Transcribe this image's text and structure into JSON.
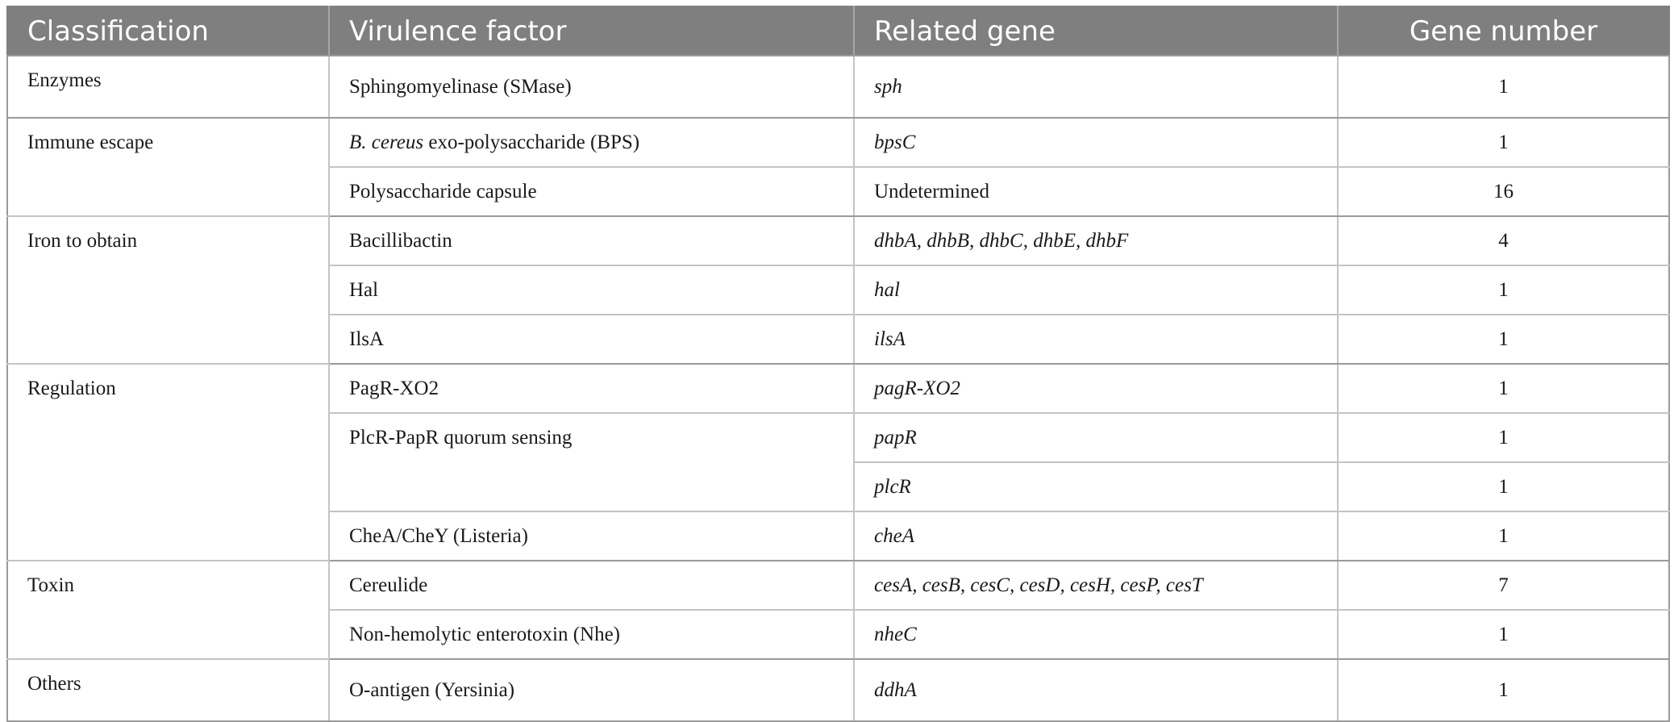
{
  "table": {
    "headers": [
      "Classification",
      "Virulence factor",
      "Related gene",
      "Gene number"
    ],
    "rows": [
      {
        "classification": "Enzymes",
        "factor_prefix": "",
        "factor": "Sphingomyelinase (SMase)",
        "gene": "sph",
        "number": "1"
      },
      {
        "classification": "Immune escape",
        "factor_prefix": "B. cereus",
        "factor": " exo-polysaccharide (BPS)",
        "gene": "bpsC",
        "number": "1"
      },
      {
        "classification": "",
        "factor_prefix": "",
        "factor": "Polysaccharide capsule",
        "gene": "Undetermined",
        "number": "16"
      },
      {
        "classification": "Iron to obtain",
        "factor_prefix": "",
        "factor": "Bacillibactin",
        "gene": "dhbA, dhbB, dhbC, dhbE, dhbF",
        "number": "4"
      },
      {
        "classification": "",
        "factor_prefix": "",
        "factor": "Hal",
        "gene": "hal",
        "number": "1"
      },
      {
        "classification": "",
        "factor_prefix": "",
        "factor": "IlsA",
        "gene": "ilsA",
        "number": "1"
      },
      {
        "classification": "Regulation",
        "factor_prefix": "",
        "factor": "PagR-XO2",
        "gene": "pagR-XO2",
        "number": "1"
      },
      {
        "classification": "",
        "factor_prefix": "",
        "factor": "PlcR-PapR quorum sensing",
        "gene": "papR",
        "number": "1"
      },
      {
        "classification": "",
        "factor_prefix": "",
        "factor": "",
        "gene": "plcR",
        "number": "1"
      },
      {
        "classification": "",
        "factor_prefix": "",
        "factor": "CheA/CheY (Listeria)",
        "gene": "cheA",
        "number": "1"
      },
      {
        "classification": "Toxin",
        "factor_prefix": "",
        "factor": "Cereulide",
        "gene": "cesA, cesB, cesC, cesD, cesH, cesP, cesT",
        "number": "7"
      },
      {
        "classification": "",
        "factor_prefix": "",
        "factor": "Non-hemolytic enterotoxin (Nhe)",
        "gene": "nheC",
        "number": "1"
      },
      {
        "classification": "Others",
        "factor_prefix": "",
        "factor": "O-antigen (Yersinia)",
        "gene": "ddhA",
        "number": "1"
      }
    ]
  }
}
